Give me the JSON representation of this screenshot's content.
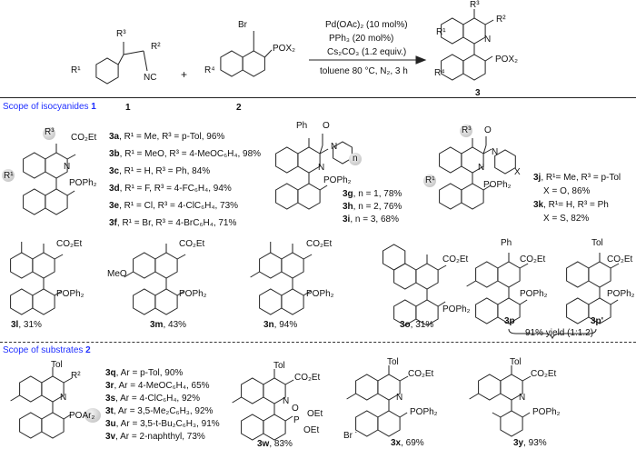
{
  "reaction": {
    "label1": "1",
    "label2": "2",
    "label3": "3",
    "plus": "+",
    "conditions": [
      "Pd(OAc)₂ (10 mol%)",
      "PPh₃ (20 mol%)",
      "Cs₂CO₃ (1.2 equiv.)",
      "toluene 80 °C, N₂, 3 h"
    ]
  },
  "atoms": {
    "R1": "R¹",
    "R2": "R²",
    "R3": "R³",
    "R4": "R⁴",
    "NC": "NC",
    "Br": "Br",
    "POX2": "POX₂",
    "N": "N",
    "CO2Et": "CO₂Et",
    "POPh2": "POPh₂",
    "Ph": "Ph",
    "Tol": "Tol",
    "O": "O",
    "X": "X",
    "n": "n",
    "MeO": "MeO",
    "POAr2": "POAr₂",
    "OEt": "OEt",
    "P": "P"
  },
  "section1": {
    "title": "Scope of isocyanides ",
    "num": "1"
  },
  "list_a": [
    {
      "id": "3a",
      "text": ", R¹ = Me, R³ = p-Tol, 96%"
    },
    {
      "id": "3b",
      "text": ", R¹ = MeO, R³ = 4-MeOC₆H₄, 98%"
    },
    {
      "id": "3c",
      "text": ", R¹ = H, R³ = Ph, 84%"
    },
    {
      "id": "3d",
      "text": ", R¹ = F, R³ = 4-FC₆H₄, 94%"
    },
    {
      "id": "3e",
      "text": ", R¹ = Cl, R³ = 4-ClC₆H₄, 73%"
    },
    {
      "id": "3f",
      "text": ", R¹ = Br, R³ = 4-BrC₆H₄, 71%"
    }
  ],
  "list_g": [
    {
      "id": "3g",
      "text": ", n = 1, 78%"
    },
    {
      "id": "3h",
      "text": ", n = 2, 76%"
    },
    {
      "id": "3i",
      "text": ", n = 3, 68%"
    }
  ],
  "list_j": [
    {
      "id": "3j",
      "text": ", R¹= Me, R³ = p-Tol",
      "sub": "X = O, 86%"
    },
    {
      "id": "3k",
      "text": ", R¹= H, R³ = Ph",
      "sub": "X = S, 82%"
    }
  ],
  "row2": [
    {
      "id": "3l",
      "text": ", 31%"
    },
    {
      "id": "3m",
      "text": ", 43%"
    },
    {
      "id": "3n",
      "text": ", 94%"
    },
    {
      "id": "3o",
      "text": ", 31%"
    },
    {
      "id": "3p",
      "text": ""
    },
    {
      "id": "3p'",
      "text": ""
    }
  ],
  "pair_yield": "91% yield (1:1.2)",
  "section2": {
    "title": "Scope of substrates ",
    "num": "2"
  },
  "list_q": [
    {
      "id": "3q",
      "text": ", Ar = p-Tol, 90%"
    },
    {
      "id": "3r",
      "text": ", Ar = 4-MeOC₆H₄, 65%"
    },
    {
      "id": "3s",
      "text": ", Ar = 4-ClC₆H₄, 92%"
    },
    {
      "id": "3t",
      "text": ", Ar = 3,5-Me₂C₆H₃, 92%"
    },
    {
      "id": "3u",
      "text": ", Ar = 3,5-t-Bu₂C₆H₃, 91%"
    },
    {
      "id": "3v",
      "text": ", Ar = 2-naphthyl, 73%"
    }
  ],
  "row3": [
    {
      "id": "3w",
      "text": ", 83%"
    },
    {
      "id": "3x",
      "text": ", 69%"
    },
    {
      "id": "3y",
      "text": ", 93%"
    }
  ],
  "colors": {
    "section_title": "#1f2fff",
    "highlight": "#b9b9b9"
  }
}
